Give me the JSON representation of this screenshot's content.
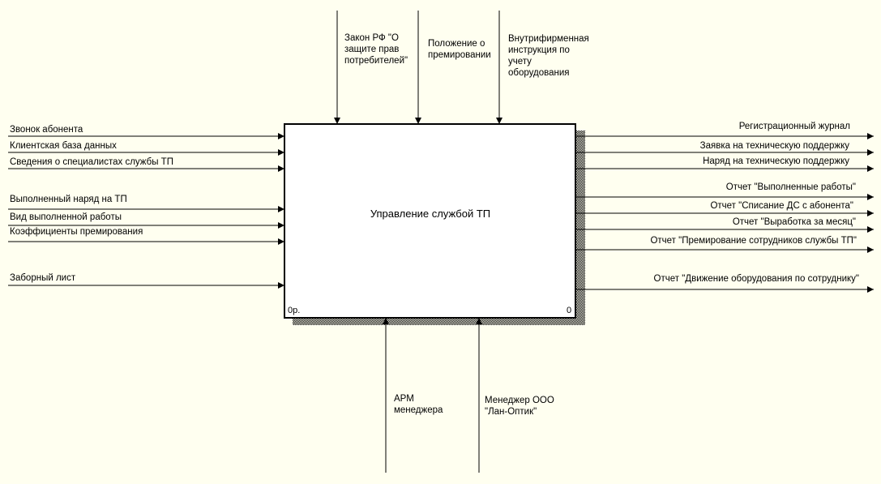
{
  "activity": {
    "title": "Управление службой ТП",
    "node_label": "0р.",
    "number": "0"
  },
  "inputs": [
    "Звонок абонента",
    "Клиентская база данных",
    "Сведения о специалистах службы ТП",
    "Выполненный наряд на ТП",
    "Вид выполненной работы",
    "Коэффициенты премирования",
    "Заборный лист"
  ],
  "controls": [
    "Закон РФ \"О\nзащите прав\nпотребителей\"",
    "Положение о\nпремировании",
    "Внутрифирменная\nинструкция по\nучету\nоборудования"
  ],
  "outputs": [
    "Регистрационный журнал",
    "Заявка на техническую поддержку",
    "Наряд на техническую поддержку",
    "Отчет \"Выполненные работы\"",
    "Отчет \"Списание ДС с абонента\"",
    "Отчет \"Выработка за месяц\"",
    "Отчет \"Премирование сотрудников службы ТП\"",
    "Отчет \"Движение оборудования по сотруднику\""
  ],
  "mechanisms": [
    "АРМ\nменеджера",
    "Менеджер ООО\n\"Лан-Оптик\""
  ]
}
